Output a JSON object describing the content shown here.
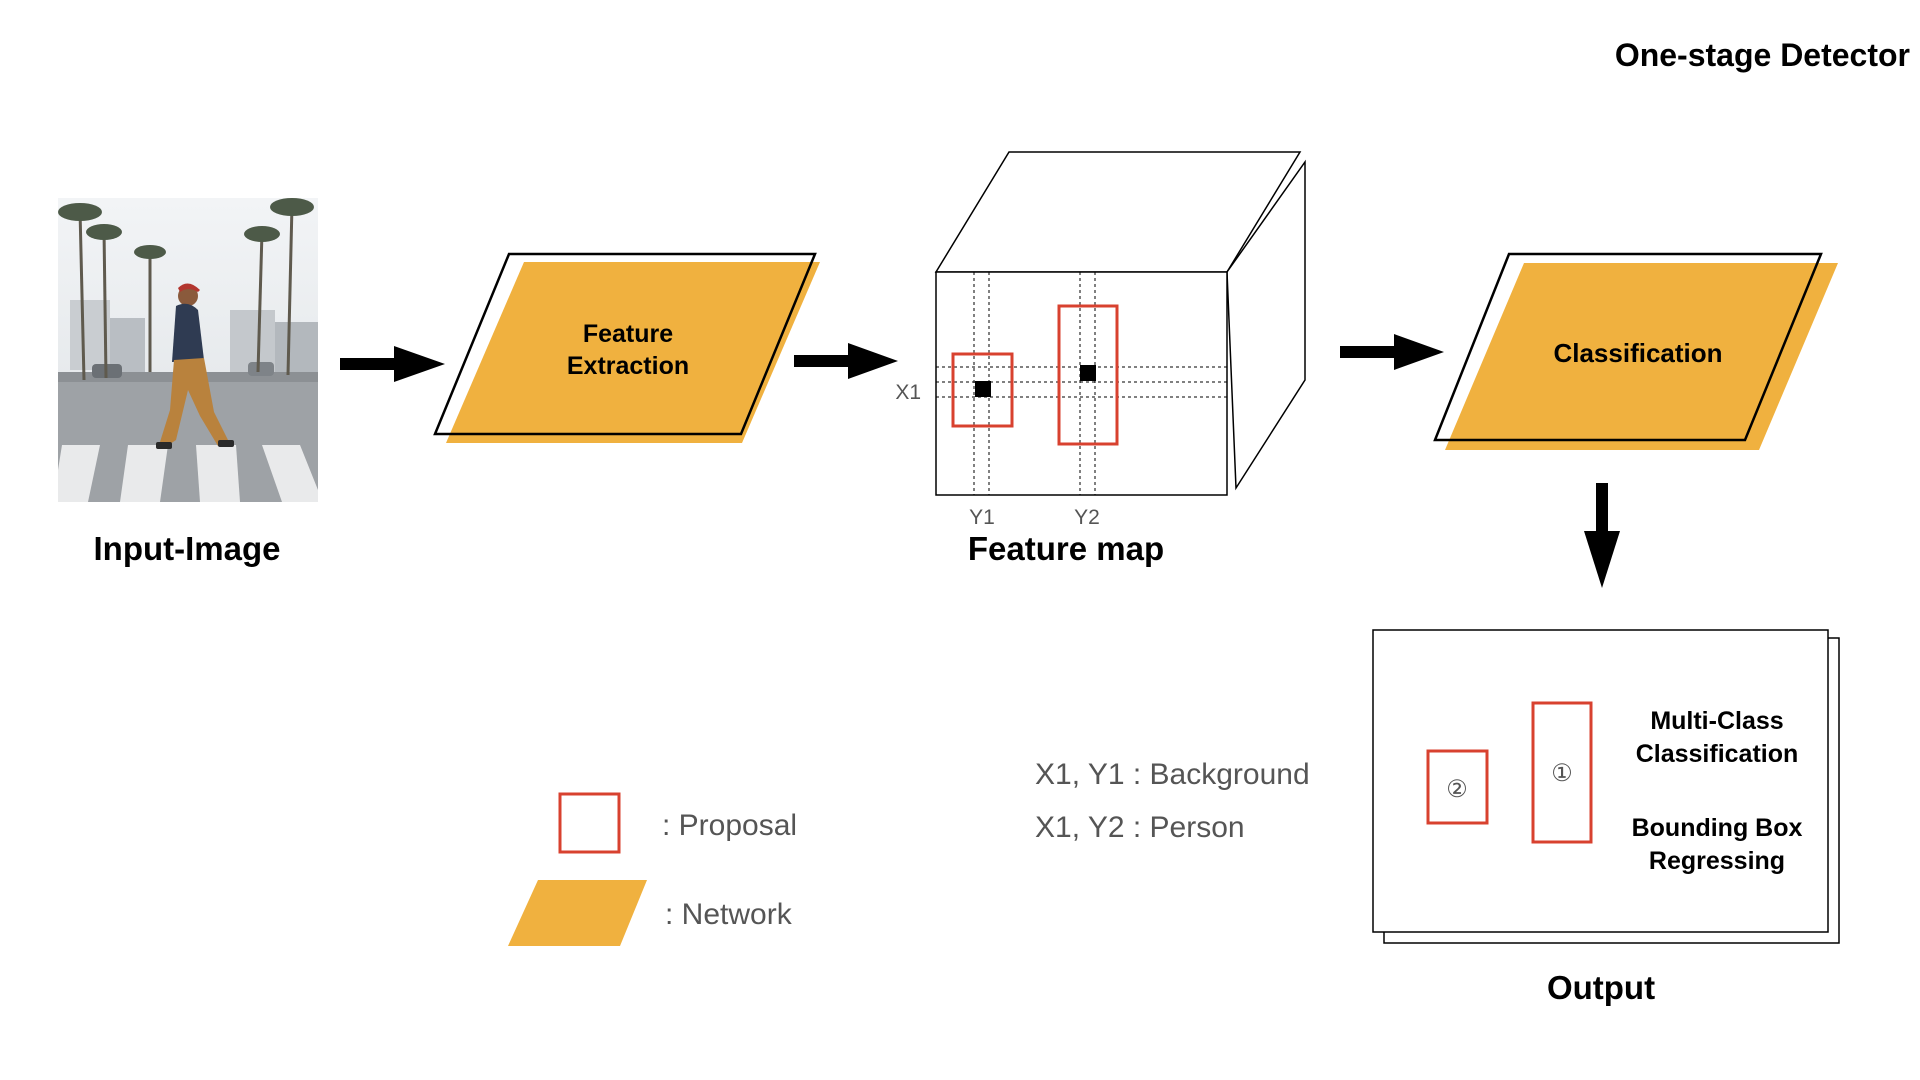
{
  "title": "One-stage Detector",
  "input_image": {
    "label": "Input-Image"
  },
  "feature_extraction": {
    "line1": "Feature",
    "line2": "Extraction"
  },
  "feature_map": {
    "label": "Feature map",
    "row_label": "X1",
    "col1_label": "Y1",
    "col2_label": "Y2"
  },
  "classification": {
    "label": "Classification"
  },
  "output": {
    "label": "Output",
    "box1_marker": "①",
    "box2_marker": "②",
    "text1_line1": "Multi-Class",
    "text1_line2": "Classification",
    "text2_line1": "Bounding Box",
    "text2_line2": "Regressing"
  },
  "mapping": {
    "line1": "X1, Y1 : Background",
    "line2": "X1, Y2 : Person"
  },
  "legend": {
    "proposal": ": Proposal",
    "network": ": Network"
  },
  "colors": {
    "network_fill": "#F0B13F",
    "proposal_stroke": "#D8412F",
    "line": "#000000",
    "secondary_text": "#555555"
  }
}
